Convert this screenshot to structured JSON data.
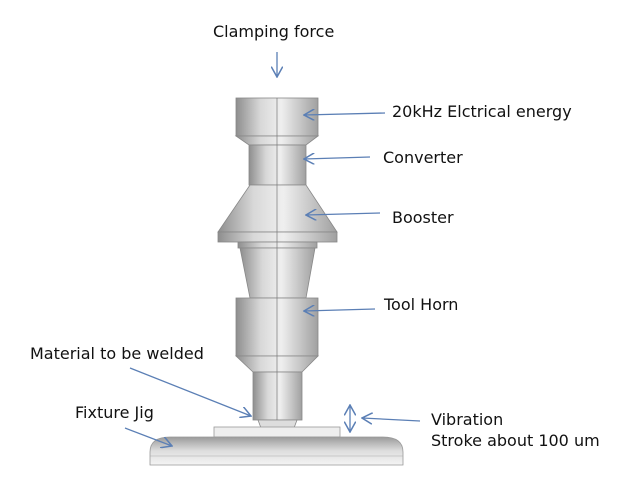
{
  "labels": {
    "clamping_force": "Clamping force",
    "energy": "20kHz Elctrical energy",
    "converter": "Converter",
    "booster": "Booster",
    "tool_horn": "Tool Horn",
    "material": "Material to be welded",
    "fixture": "Fixture Jig",
    "vibration_line1": "Vibration",
    "vibration_line2": "Stroke about 100 um"
  },
  "colors": {
    "arrow": "#5b7fb5",
    "metal_dark": "#8c8c8c",
    "metal_light": "#f0f0f0"
  }
}
